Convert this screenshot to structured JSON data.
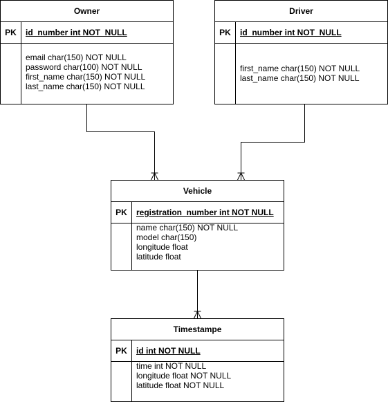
{
  "entities": {
    "owner": {
      "title": "Owner",
      "pk_label": "PK",
      "pk_field": "id_number int NOT_NULL",
      "fields": [
        "email char(150) NOT NULL",
        "password char(100) NOT NULL",
        "first_name char(150) NOT NULL",
        "last_name char(150) NOT NULL"
      ]
    },
    "driver": {
      "title": "Driver",
      "pk_label": "PK",
      "pk_field": "id_number int NOT_NULL",
      "fields": [
        "first_name char(150) NOT NULL",
        "last_name char(150) NOT NULL"
      ]
    },
    "vehicle": {
      "title": "Vehicle",
      "pk_label": "PK",
      "pk_field": "registration_number int NOT NULL",
      "fields": [
        "name char(150) NOT NULL",
        "model char(150)",
        "longitude float",
        "latitude float"
      ]
    },
    "timestampe": {
      "title": "Timestampe",
      "pk_label": "PK",
      "pk_field": "id int NOT NULL",
      "fields": [
        "time int NOT NULL",
        "longitude float NOT NULL",
        "latitude float NOT NULL"
      ]
    }
  }
}
